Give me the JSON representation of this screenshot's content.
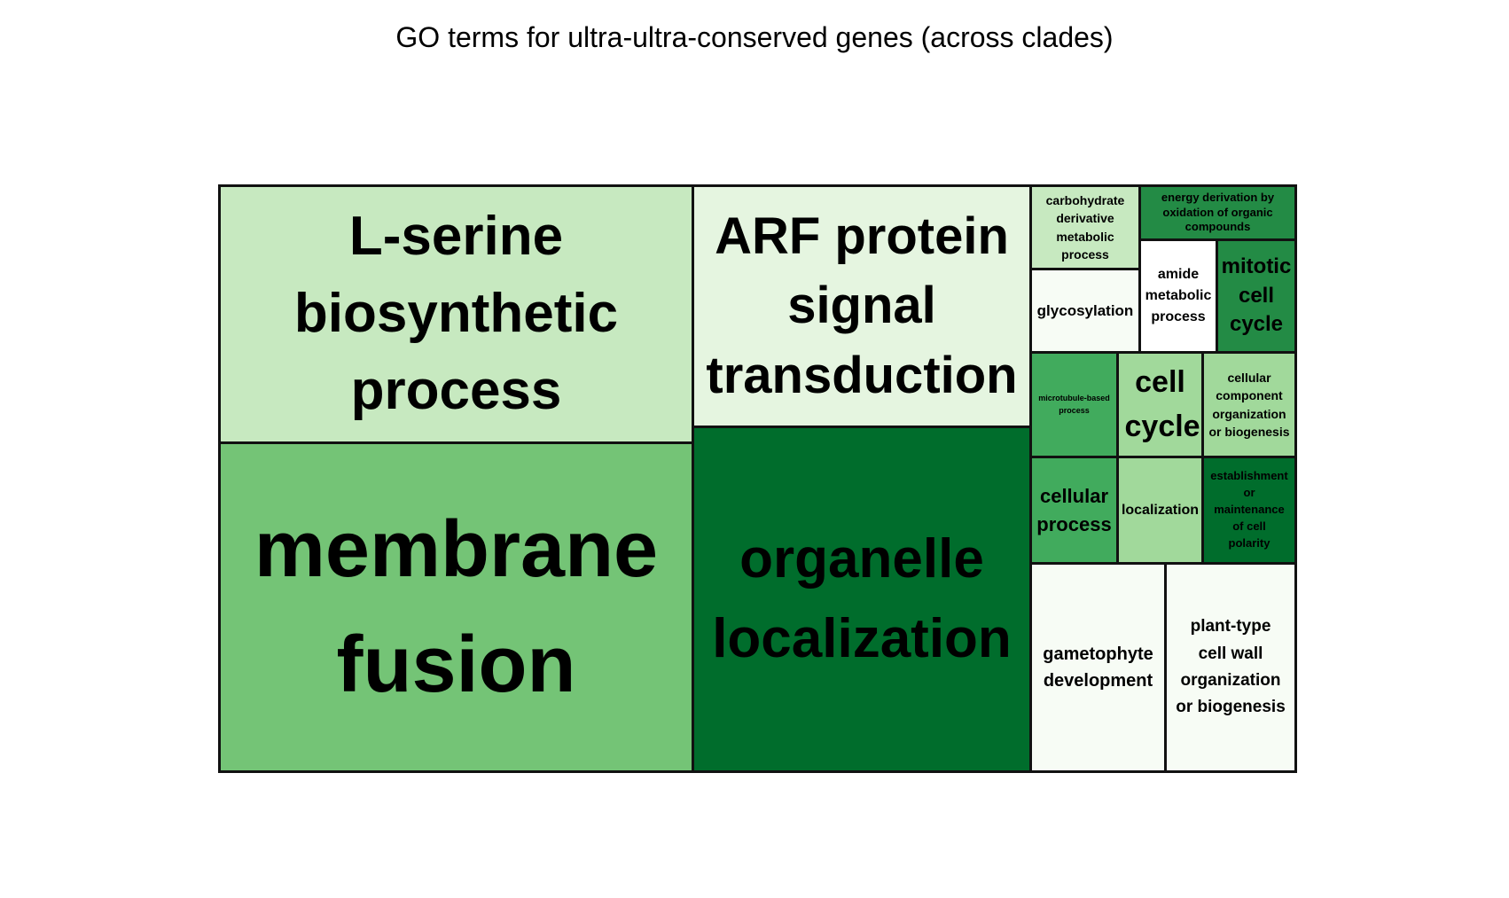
{
  "chart_data": {
    "type": "treemap",
    "title": "GO terms for ultra-ultra-conserved genes (across clades)",
    "tiles": [
      {
        "label": "L-serine biosynthetic process",
        "color": "#c7e9c0"
      },
      {
        "label": "membrane fusion",
        "color": "#74c476"
      },
      {
        "label": "ARF protein signal transduction",
        "color": "#e5f5e0"
      },
      {
        "label": "organelle localization",
        "color": "#006d2c"
      },
      {
        "label": "carbohydrate derivative metabolic process",
        "color": "#c7e9c0"
      },
      {
        "label": "energy derivation by oxidation of organic compounds",
        "color": "#238b45"
      },
      {
        "label": "glycosylation",
        "color": "#f7fcf5"
      },
      {
        "label": "amide metabolic process",
        "color": "#ffffff"
      },
      {
        "label": "mitotic cell cycle",
        "color": "#238b45"
      },
      {
        "label": "microtubule-based process",
        "color": "#41ab5d"
      },
      {
        "label": "cell cycle",
        "color": "#a1d99b"
      },
      {
        "label": "cellular component organization or biogenesis",
        "color": "#a1d99b"
      },
      {
        "label": "cellular process",
        "color": "#41ab5d"
      },
      {
        "label": "localization",
        "color": "#a1d99b"
      },
      {
        "label": "establishment or maintenance of cell polarity",
        "color": "#006d2c"
      },
      {
        "label": "gametophyte development",
        "color": "#f7fcf5"
      },
      {
        "label": "plant-type cell wall organization or biogenesis",
        "color": "#f7fcf5"
      }
    ]
  }
}
